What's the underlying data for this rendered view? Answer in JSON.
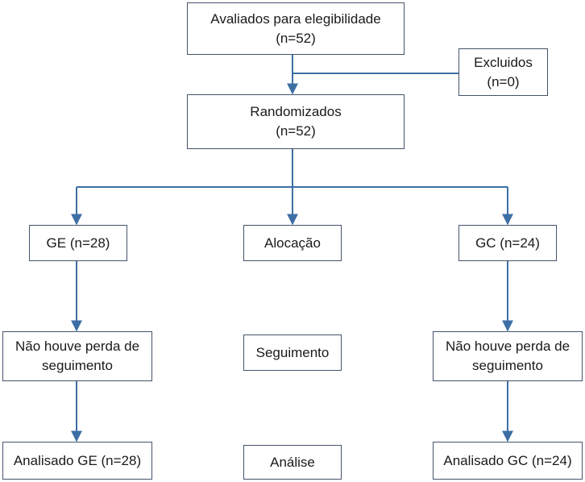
{
  "flow": {
    "eligibility": {
      "line1": "Avaliados para elegibilidade",
      "line2": "(n=52)"
    },
    "excluded": {
      "line1": "Excluidos",
      "line2": "(n=0)"
    },
    "randomized": {
      "line1": "Randomizados",
      "line2": "(n=52)"
    },
    "ge_group": {
      "label": "GE (n=28)"
    },
    "allocation": {
      "label": "Alocação"
    },
    "gc_group": {
      "label": "GC (n=24)"
    },
    "ge_followup": {
      "line1": "Não houve perda de",
      "line2": "seguimento"
    },
    "followup": {
      "label": "Seguimento"
    },
    "gc_followup": {
      "line1": "Não houve perda de",
      "line2": "seguimento"
    },
    "ge_analysis": {
      "label": "Analisado GE (n=28)"
    },
    "analysis": {
      "label": "Análise"
    },
    "gc_analysis": {
      "label": "Analisado GC (n=24)"
    }
  },
  "colors": {
    "line": "#3d6fa5",
    "border": "#44546a"
  }
}
